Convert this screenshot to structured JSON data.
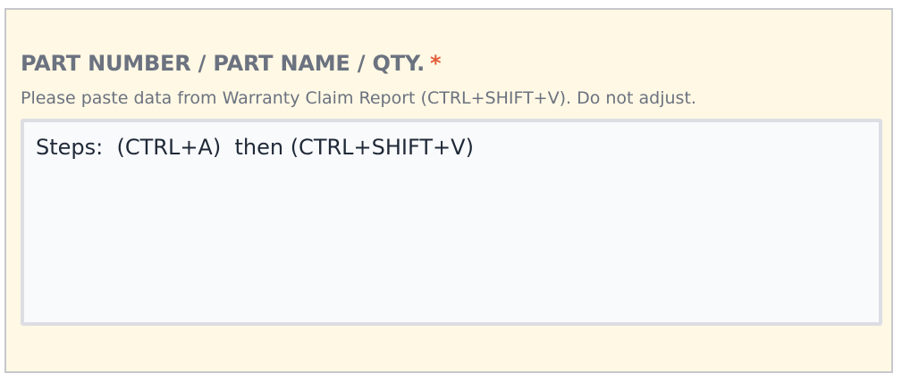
{
  "field": {
    "label": "PART NUMBER / PART NAME / QTY.",
    "required_marker": "*",
    "help_text": "Please paste data from Warranty Claim Report (CTRL+SHIFT+V). Do not adjust.",
    "value": "Steps:  (CTRL+A)  then (CTRL+SHIFT+V)"
  },
  "colors": {
    "panel_background": "#fff8e4",
    "label_text": "#6b7280",
    "required_marker": "#e35d3a",
    "input_background": "#f9fafc",
    "input_border": "#dcdee4",
    "input_text": "#1f2937"
  }
}
